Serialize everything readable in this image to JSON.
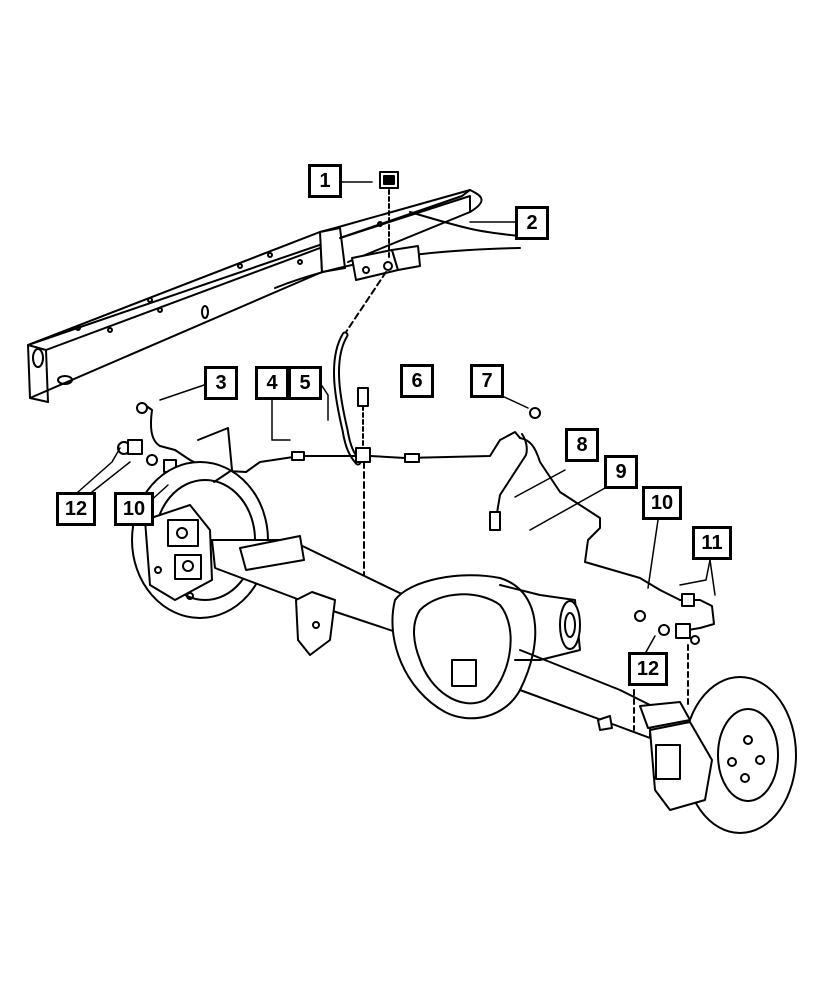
{
  "diagram": {
    "type": "exploded-parts-diagram",
    "subject": "rear axle brake lines",
    "line_color": "#000000",
    "background": "#ffffff",
    "callouts": [
      {
        "id": "c1",
        "label": "1"
      },
      {
        "id": "c2",
        "label": "2"
      },
      {
        "id": "c3",
        "label": "3"
      },
      {
        "id": "c4",
        "label": "4"
      },
      {
        "id": "c5",
        "label": "5"
      },
      {
        "id": "c6",
        "label": "6"
      },
      {
        "id": "c7",
        "label": "7"
      },
      {
        "id": "c8",
        "label": "8"
      },
      {
        "id": "c9",
        "label": "9"
      },
      {
        "id": "c10a",
        "label": "10"
      },
      {
        "id": "c10b",
        "label": "10"
      },
      {
        "id": "c11",
        "label": "11"
      },
      {
        "id": "c12a",
        "label": "12"
      },
      {
        "id": "c12b",
        "label": "12"
      }
    ]
  }
}
